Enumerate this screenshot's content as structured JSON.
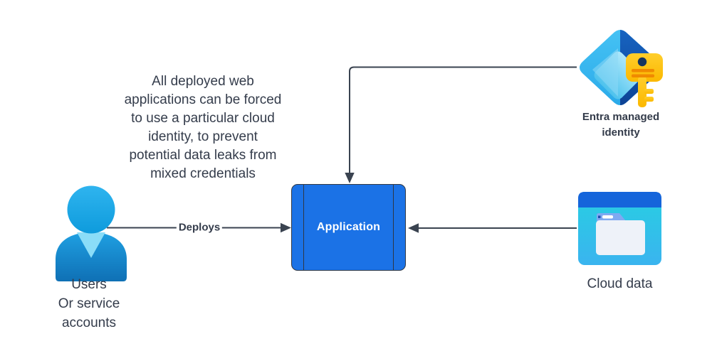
{
  "annotation": {
    "text": "All deployed web\napplications can be forced\nto use a particular cloud\nidentity, to prevent\npotential data leaks from\nmixed credentials"
  },
  "nodes": {
    "users": {
      "label": "Users\nOr service\naccounts"
    },
    "application": {
      "label": "Application",
      "fill": "#1B72E6",
      "border": "#333A45"
    },
    "entra": {
      "label": "Entra managed\nidentity"
    },
    "cloud": {
      "label": "Cloud data"
    }
  },
  "edges": {
    "deploys": {
      "label": "Deploys",
      "from": "users",
      "to": "application"
    },
    "entra_to_app": {
      "label": "",
      "from": "entra",
      "to": "application"
    },
    "cloud_to_app": {
      "label": "",
      "from": "cloud",
      "to": "application"
    }
  },
  "colors": {
    "connector": "#3A4350",
    "text": "#343C4B",
    "key_yellow": "#FFC400",
    "key_detail_orange": "#F08A00",
    "cloud_header_blue": "#1565DB"
  }
}
